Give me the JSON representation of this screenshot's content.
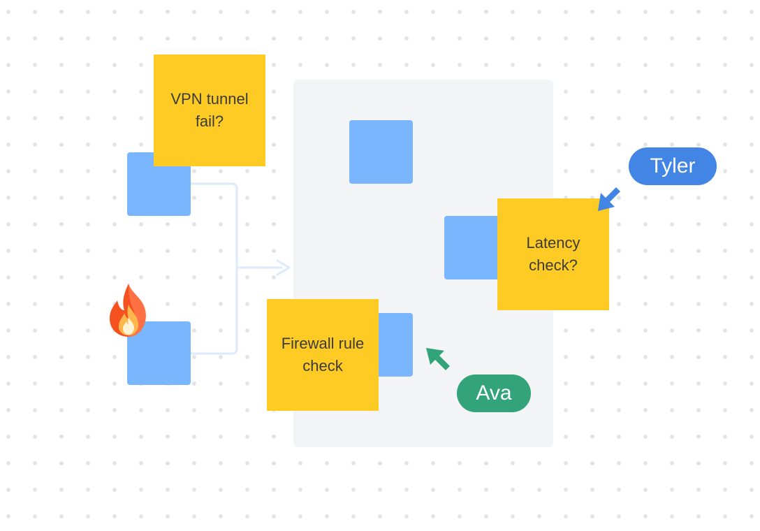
{
  "board": {
    "stickies": {
      "vpn": "VPN tunnel fail?",
      "latency": "Latency check?",
      "firewall": "Firewall rule check"
    },
    "cursors": [
      {
        "name": "Tyler",
        "color": "#4285e4"
      },
      {
        "name": "Ava",
        "color": "#33a37a"
      }
    ],
    "reaction_icon": "fire-emoji",
    "colors": {
      "sticky": "#fecb24",
      "shape": "#7ab6fd",
      "frame": "#f3f4f6",
      "connector": "#deeafb"
    }
  }
}
